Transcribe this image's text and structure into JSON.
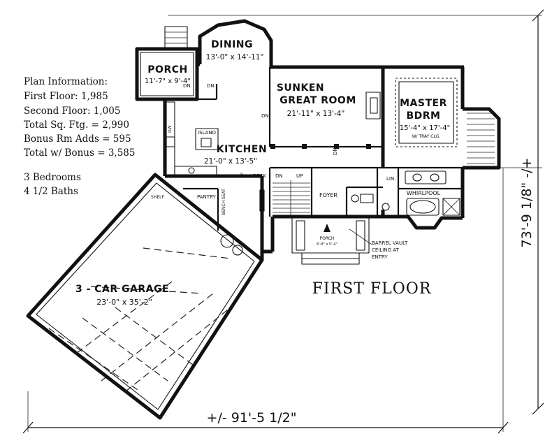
{
  "plan_info": {
    "heading": "Plan Information:",
    "first_floor": "First Floor: 1,985",
    "second_floor": "Second Floor: 1,005",
    "total_sq_ftg": "Total Sq. Ftg. = 2,990",
    "bonus_rm_adds": "Bonus Rm Adds = 595",
    "total_with_bonus": "Total w/ Bonus = 3,585",
    "bedrooms": "3 Bedrooms",
    "baths": "4 1/2 Baths"
  },
  "rooms": {
    "porch": {
      "name": "PORCH",
      "dims": "11'-7\" x 9'-4\""
    },
    "dining": {
      "name": "DINING",
      "dims": "13'-0\" x 14'-11\""
    },
    "great_room": {
      "name_line1": "SUNKEN",
      "name_line2": "GREAT ROOM",
      "dims": "21'-11\" x 13'-4\""
    },
    "master": {
      "name_line1": "MASTER",
      "name_line2": "BDRM",
      "dims": "15'-4\" x 17'-4\"",
      "note": "W/ TRAY CLG."
    },
    "kitchen": {
      "name": "KITCHEN",
      "dims": "21'-0\" x 13'-5\""
    },
    "island": {
      "name": "ISLAND"
    },
    "garage": {
      "name": "3 - CAR GARAGE",
      "dims": "23'-0\" x 35'-2\""
    },
    "foyer": {
      "name": "FOYER"
    },
    "front_porch": {
      "name": "PORCH",
      "dims": "6'-8\" x 5'-4\""
    },
    "whirlpool": {
      "name": "WHIRLPOOL"
    },
    "pantry": {
      "name": "PANTRY"
    },
    "lin": {
      "name": "LIN."
    },
    "desk": {
      "name": "DESK"
    }
  },
  "labels": {
    "dn_porch": "DN",
    "dn_great": "DN",
    "dn_kitchen": "DN",
    "stair_dn": "DN",
    "stair_up": "UP",
    "dw": "DW",
    "shelf": "SHELF",
    "bench_seat": "BENCH SEAT",
    "pantry_p": "P",
    "barrel_vault": "BARREL VAULT",
    "ceiling_at": "CEILING AT",
    "entry": "ENTRY"
  },
  "floor_title": "FIRST FLOOR",
  "dimensions": {
    "width": "+/- 91'-5 1/2\"",
    "depth": "73'-9 1/8\" -/+"
  }
}
